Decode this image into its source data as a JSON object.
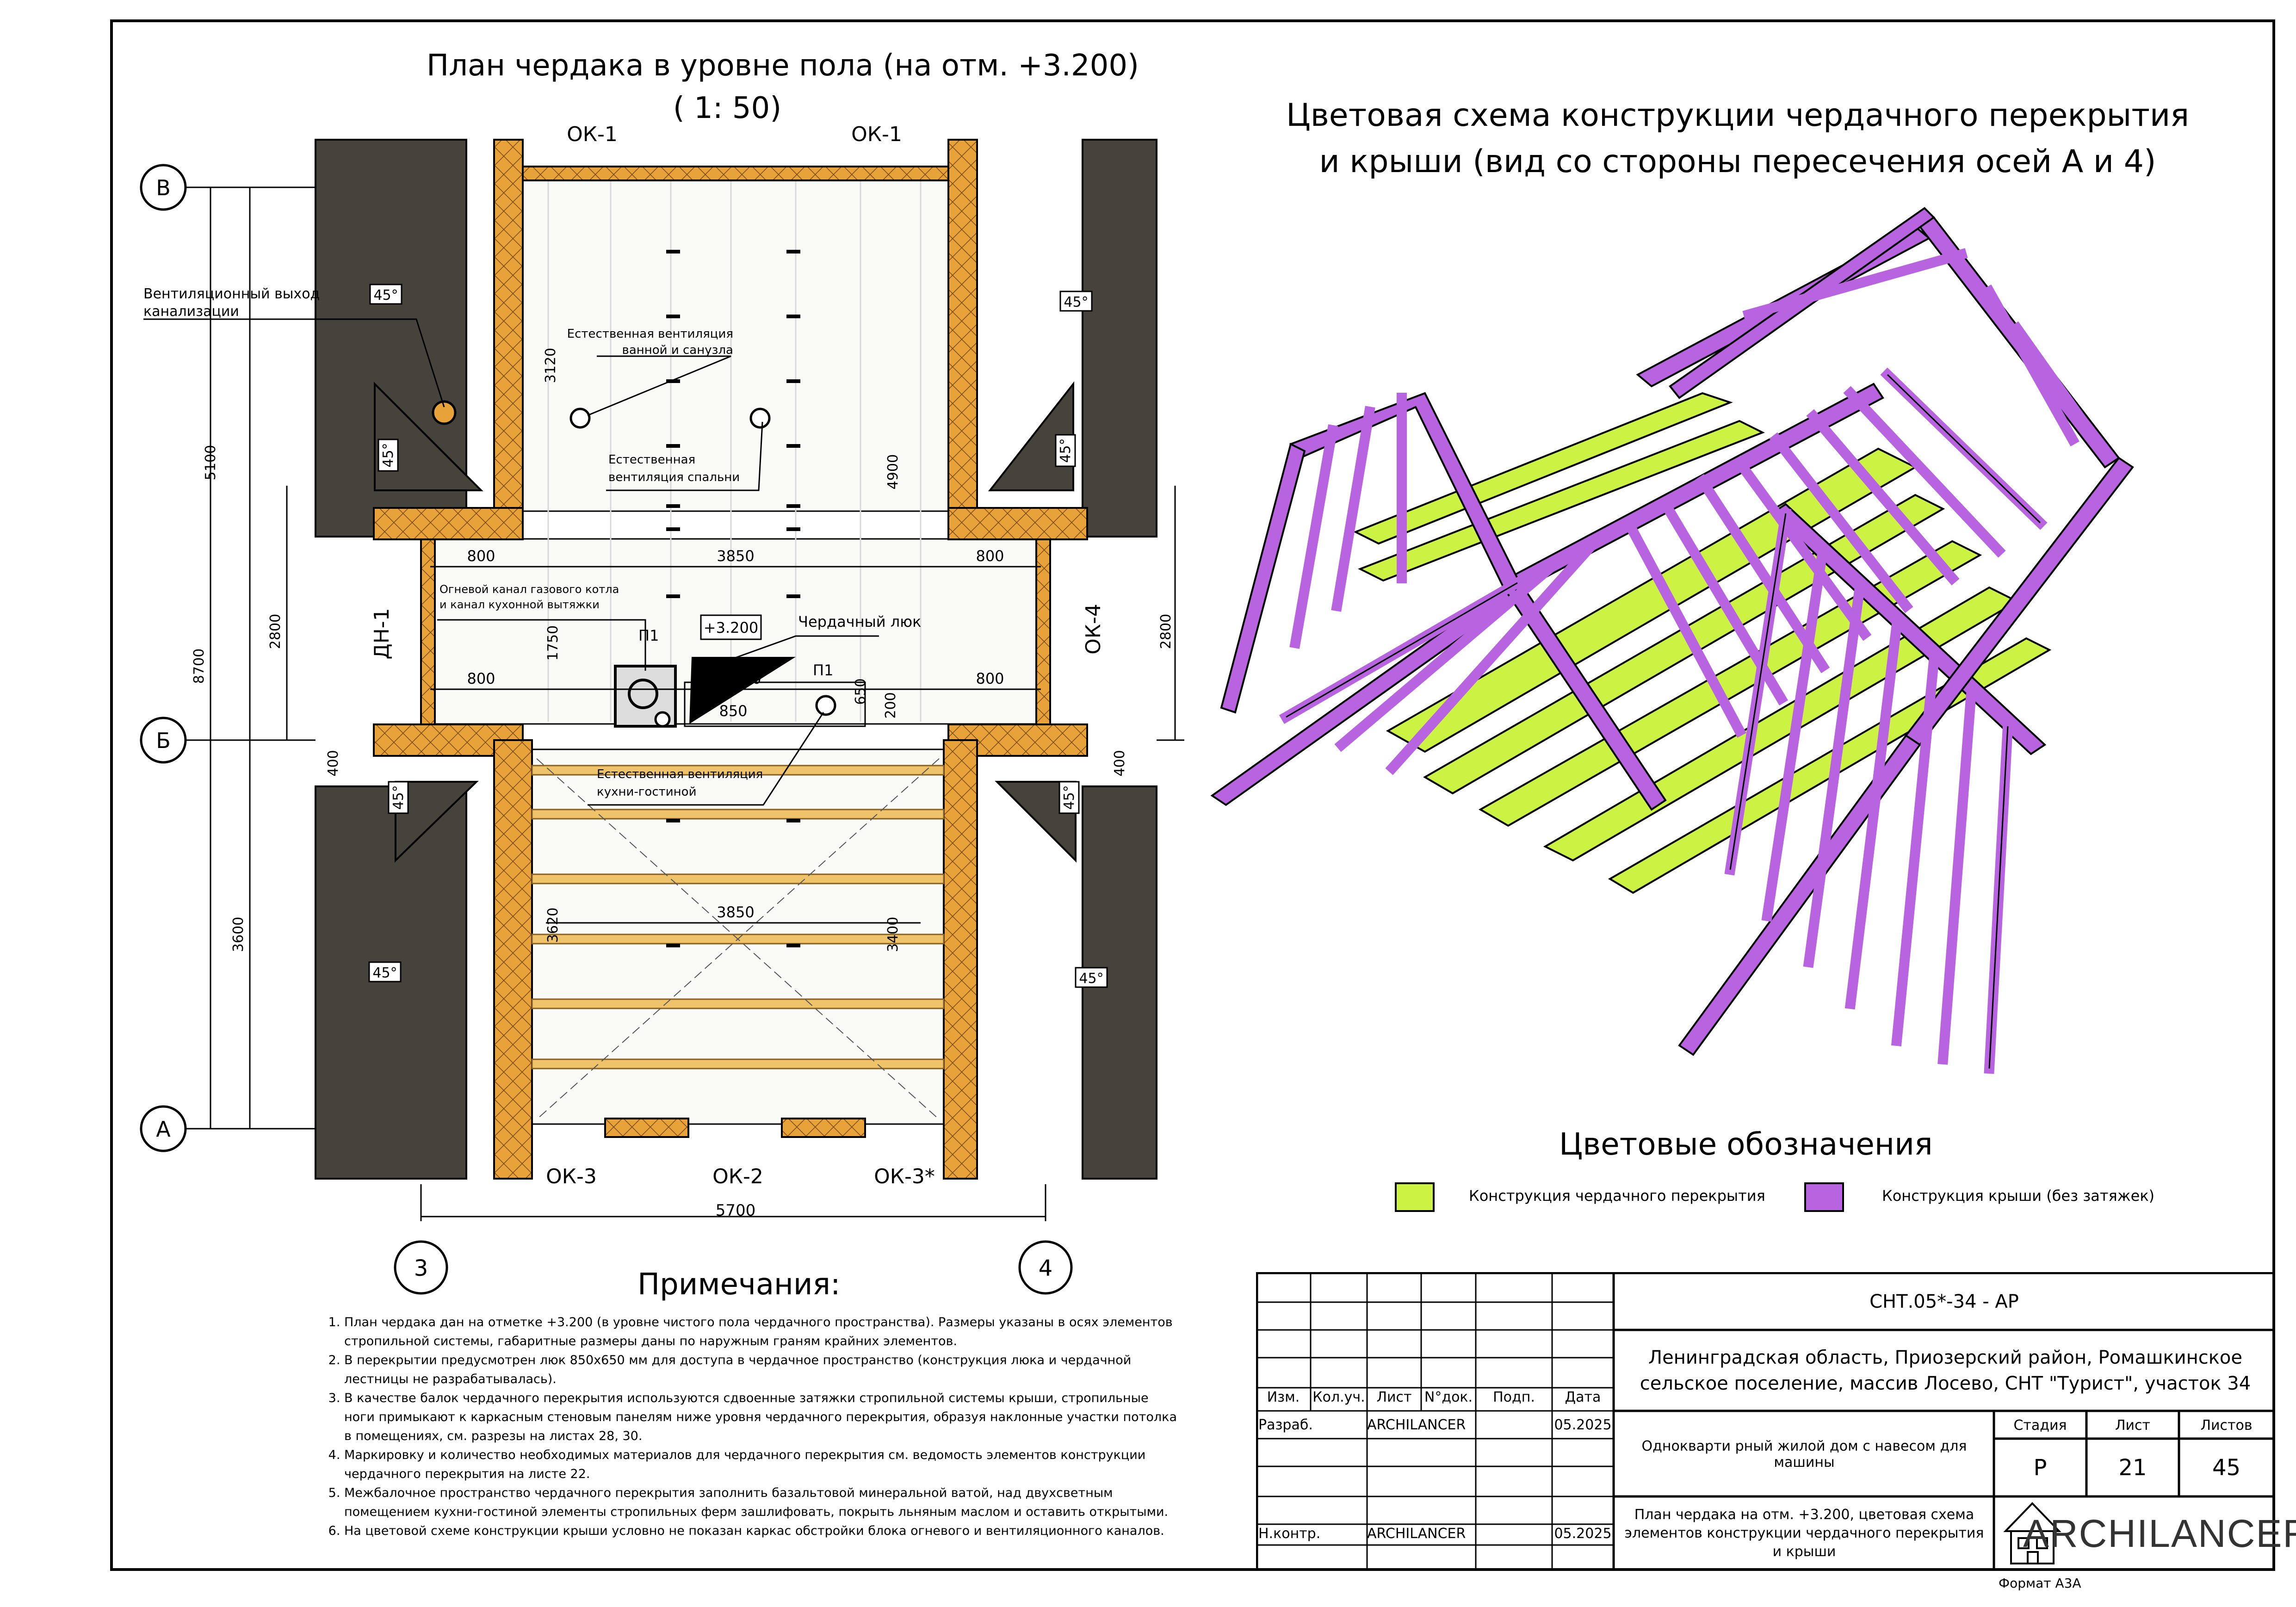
{
  "plan": {
    "title_line1": "План чердака в уровне пола (на отм. +3.200)",
    "title_line2": "( 1: 50)",
    "axes": {
      "v": "В",
      "b": "Б",
      "a": "А",
      "col3": "3",
      "col4": "4"
    },
    "windows": {
      "ok1_left": "ОК-1",
      "ok1_right": "ОК-1",
      "ok3_left": "ОК-3",
      "ok2": "ОК-2",
      "ok3_right": "ОК-3*",
      "ok4": "ОК-4",
      "dn1": "ДН-1"
    },
    "dims": {
      "d5100": "5100",
      "d8700": "8700",
      "d3600": "3600",
      "d2800_l": "2800",
      "d2800_r": "2800",
      "d400_l": "400",
      "d400_r": "400",
      "d3120": "3120",
      "d4900": "4900",
      "d1750": "1750",
      "d3620": "3620",
      "d3400": "3400",
      "d650": "650",
      "d200": "200",
      "d800_1": "800",
      "d3850_1": "3850",
      "d800_2": "800",
      "d800_3": "800",
      "d3850_2": "3850",
      "d800_4": "800",
      "d850": "850",
      "d3850_3": "3850",
      "d5700": "5700"
    },
    "angles": {
      "a1": "45°",
      "a2": "45°",
      "a3": "45°",
      "a4": "45°",
      "a5": "45°",
      "a6": "45°",
      "a7": "45°",
      "a8": "45°"
    },
    "labels": {
      "vent_sewer_1": "Вентиляционный выход",
      "vent_sewer_2": "канализации",
      "vent_bath_1": "Естественная вентиляция",
      "vent_bath_2": "ванной и санузла",
      "vent_bed_1": "Естественная",
      "vent_bed_2": "вентиляция спальни",
      "fire_1": "Огневой канал газового котла",
      "fire_2": "и канал кухонной вытяжки",
      "level": "+3.200",
      "hatch": "Чердачный люк",
      "p1_a": "П1",
      "p1_b": "П1",
      "vent_kitchen_1": "Естественная вентиляция",
      "vent_kitchen_2": "кухни-гостиной"
    }
  },
  "scheme": {
    "title_line1": "Цветовая схема конструкции чердачного перекрытия",
    "title_line2": "и крыши (вид со стороны пересечения осей А и 4)",
    "colors": {
      "floor": "#ccf244",
      "roof": "#b864e0"
    }
  },
  "legend": {
    "title": "Цветовые обозначения",
    "floor_label": "Конструкция чердачного перекрытия",
    "roof_label": "Конструкция крыши (без затяжек)",
    "floor_color": "#ccf244",
    "roof_color": "#b864e0"
  },
  "notes": {
    "title": "Примечания:",
    "items": [
      "План чердака дан на отметке +3.200 (в уровне чистого пола чердачного пространства). Размеры указаны в осях элементов стропильной системы, габаритные размеры даны по наружным граням крайних элементов.",
      "В перекрытии предусмотрен люк 850х650 мм для доступа в чердачное пространство (конструкция люка и чердачной лестницы не разрабатывалась).",
      "В качестве балок чердачного перекрытия используются сдвоенные затяжки стропильной системы крыши, стропильные ноги примыкают к каркасным стеновым панелям ниже уровня чердачного перекрытия, образуя наклонные участки потолка в помещениях, см. разрезы на листах 28, 30.",
      "Маркировку и количество необходимых материалов для чердачного перекрытия см. ведомость элементов конструкции чердачного перекрытия на листе 22.",
      "Межбалочное пространство чердачного перекрытия заполнить базальтовой минеральной ватой, над двухсветным помещением кухни-гостиной элементы стропильных ферм зашлифовать, покрыть льняным маслом и оставить открытыми.",
      "На цветовой схеме конструкции крыши условно не показан каркас обстройки блока огневого и вентиляционного каналов."
    ]
  },
  "titleblock": {
    "code": "СНТ.05*-34 - АР",
    "address": "Ленинградская область, Приозерский район, Ромашкинское сельское поселение, массив Лосево, СНТ \"Турист\", участок 34",
    "hdr_izm": "Изм.",
    "hdr_kol": "Кол.уч.",
    "hdr_list": "Лист",
    "hdr_ndok": "N°док.",
    "hdr_podp": "Подп.",
    "hdr_data": "Дата",
    "razrab": "Разраб.",
    "razrab_name": "ARCHILANCER",
    "razrab_date": "05.2025",
    "nkontr": "Н.контр.",
    "nkontr_name": "ARCHILANCER",
    "nkontr_date": "05.2025",
    "project": "Однокварти рный жилой дом с навесом для машины",
    "stage_hdr": "Стадия",
    "sheet_hdr": "Лист",
    "sheets_hdr": "Листов",
    "stage": "Р",
    "sheet": "21",
    "sheets": "45",
    "sheet_title": "План чердака на отм. +3.200, цветовая схема элементов конструкции чердачного перекрытия и крыши",
    "logo": "ARCHILANCER",
    "format": "Формат А3А"
  }
}
